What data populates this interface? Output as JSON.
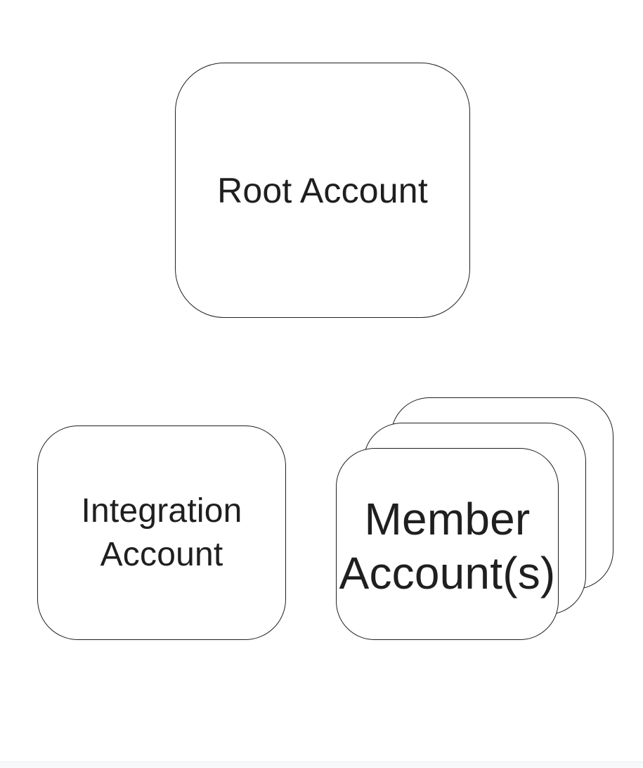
{
  "diagram": {
    "type": "account-structure",
    "nodes": {
      "root": {
        "label": "Root Account"
      },
      "integration": {
        "label": "Integration\nAccount"
      },
      "member": {
        "label": "Member\nAccount(s)",
        "stack_count": 3
      }
    },
    "colors": {
      "background": "#ffffff",
      "stroke": "#1f1f1f",
      "text": "#1f1f1f",
      "footer_strip": "#f8f9fa"
    }
  }
}
